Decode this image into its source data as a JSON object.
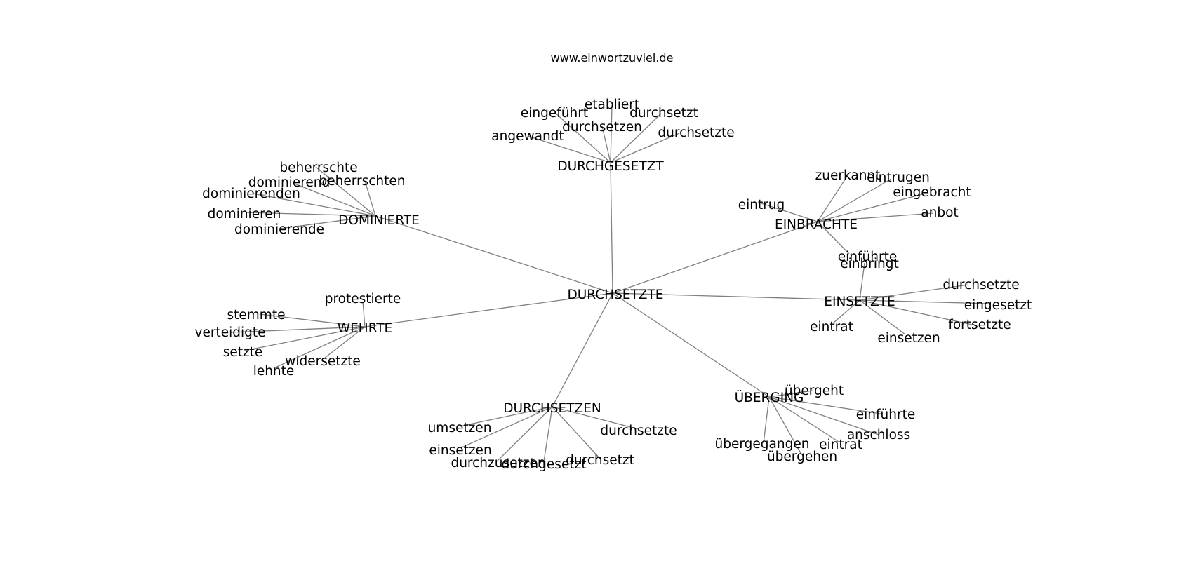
{
  "site_title": "www.einwortzuviel.de",
  "center": "DURCHSETZTE",
  "edge_color": "#808080",
  "text_color": "#000000",
  "clusters": [
    {
      "hub": "DURCHGESETZT",
      "leaves": [
        "etabliert",
        "eingeführt",
        "durchsetzt",
        "durchsetzen",
        "durchsetzte",
        "angewandt"
      ]
    },
    {
      "hub": "DOMINIERTE",
      "leaves": [
        "beherrschte",
        "dominierend",
        "beherrschten",
        "dominierenden",
        "dominieren",
        "dominierende"
      ]
    },
    {
      "hub": "EINBRACHTE",
      "leaves": [
        "zuerkannt",
        "eintrugen",
        "eingebracht",
        "eintrug",
        "anbot",
        "einführte"
      ]
    },
    {
      "hub": "EINSETZTE",
      "leaves": [
        "einbringt",
        "durchsetzte",
        "eingesetzt",
        "fortsetzte",
        "eintrat",
        "einsetzen"
      ]
    },
    {
      "hub": "WEHRTE",
      "leaves": [
        "protestierte",
        "stemmte",
        "verteidigte",
        "setzte",
        "widersetzte",
        "lehnte"
      ]
    },
    {
      "hub": "DURCHSETZEN",
      "leaves": [
        "umsetzen",
        "durchsetzte",
        "einsetzen",
        "durchzusetzen",
        "durchgesetzt",
        "durchsetzt"
      ]
    },
    {
      "hub": "ÜBERGING",
      "leaves": [
        "übergeht",
        "einführte",
        "anschloss",
        "eintrat",
        "übergegangen",
        "übergehen"
      ]
    }
  ]
}
